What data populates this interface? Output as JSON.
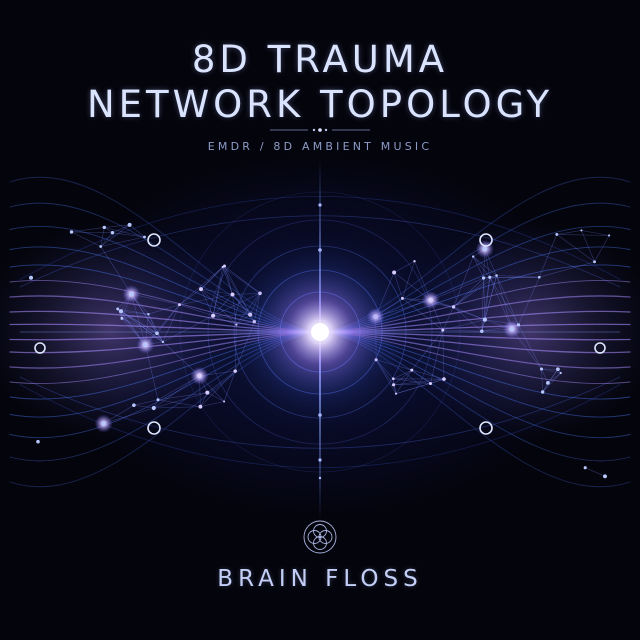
{
  "cover": {
    "title_line_1": "8D TRAUMA",
    "title_line_2": "NETWORK TOPOLOGY",
    "subtitle": "EMDR / 8D AMBIENT MUSIC",
    "artist": "BRAIN FLOSS"
  },
  "icons": {
    "divider": "dot-line-divider-icon",
    "logo": "interlocking-circles-logo-icon"
  },
  "colors": {
    "background": "#04040c",
    "title_text": "#dbe4ff",
    "subtitle_text": "#8d9cc8",
    "network_blue": "#4f7cff",
    "network_violet": "#b08cff",
    "glow_core": "#ffffff"
  }
}
